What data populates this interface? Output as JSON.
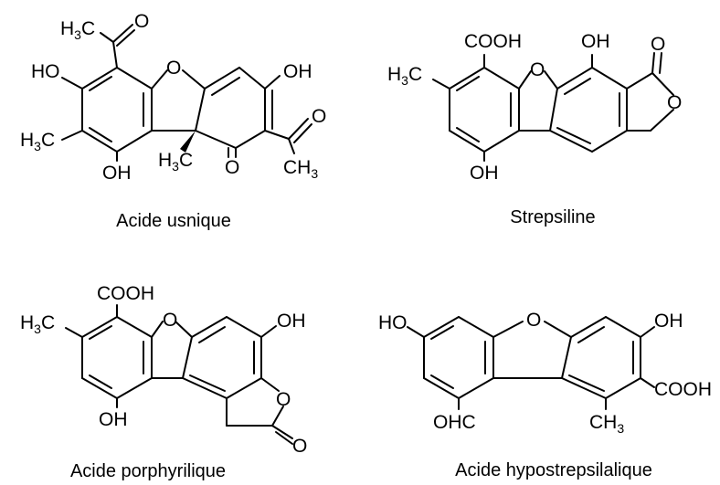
{
  "molecules": [
    {
      "name": "Acide usnique",
      "labels": {
        "acetyl_top_ch3_main": "H",
        "acetyl_top_ch3_num": "3",
        "acetyl_top_ch3_tail": "C",
        "acetyl_top_o": "O",
        "oh_left": "HO",
        "oh_right": "OH",
        "ch3_left_main": "H",
        "ch3_left_num": "3",
        "ch3_left_tail": "C",
        "ring_o": "O",
        "oh_bottom": "OH",
        "ch3_center_main": "H",
        "ch3_center_num": "3",
        "ch3_center_tail": "C",
        "ketone_o": "O",
        "acetyl_right_o": "O",
        "acetyl_right_ch3_main": "CH",
        "acetyl_right_ch3_num": "3"
      }
    },
    {
      "name": "Strepsiline",
      "labels": {
        "cooh": "COOH",
        "oh_top": "OH",
        "lactone_co_o": "O",
        "ch3_main": "H",
        "ch3_num": "3",
        "ch3_tail": "C",
        "ring_o": "O",
        "lactone_ring_o": "O",
        "oh_bottom": "OH"
      }
    },
    {
      "name": "Acide porphyrilique",
      "labels": {
        "cooh": "COOH",
        "ch3_main": "H",
        "ch3_num": "3",
        "ch3_tail": "C",
        "ring_o": "O",
        "oh_right": "OH",
        "lactone_ring_o": "O",
        "oh_bottom": "OH",
        "lactone_co_o": "O"
      }
    },
    {
      "name": "Acide hypostrepsilalique",
      "labels": {
        "oh_left": "HO",
        "ring_o": "O",
        "oh_right": "OH",
        "cooh": "COOH",
        "cho": "OHC",
        "ch3_main": "CH",
        "ch3_num": "3"
      }
    }
  ]
}
